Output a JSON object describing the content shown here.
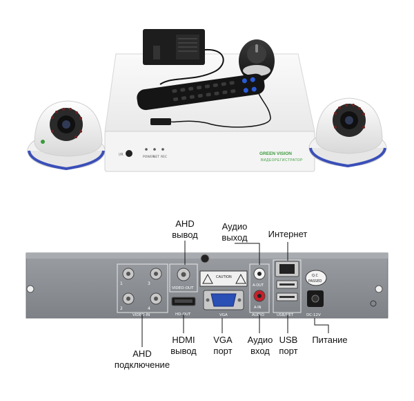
{
  "product_kit": {
    "brand_logo": "GREEN VISION",
    "device_label": "ВИДЕОРЕГИСТРАТОР",
    "front_panel": {
      "led_labels": [
        "POWER",
        "NET",
        "REC"
      ],
      "ir_label": "I/R"
    }
  },
  "rear_panel": {
    "silk_labels": {
      "video_in": "VIDEO-IN",
      "video_out": "VIDEO-OUT",
      "hd_out": "HD-OUT",
      "vga": "VGA",
      "audio": "AUDIO",
      "a_out": "A-OUT",
      "a_in": "A-IN",
      "usb_net": "USB/NET",
      "dc": "DC-12V",
      "caution": "CAUTION",
      "qc": "Q.C",
      "passed": "PASSED",
      "bnc_numbers": [
        "1",
        "3",
        "2",
        "4"
      ]
    }
  },
  "annotations": {
    "ahd_out": "AHD\nвывод",
    "audio_out": "Аудио\nвыход",
    "internet": "Интернет",
    "ahd_in": "AHD\nподключение",
    "hdmi": "HDMI\nвывод",
    "vga": "VGA\nпорт",
    "audio_in": "Аудио\nвход",
    "usb": "USB\nпорт",
    "power": "Питание"
  },
  "colors": {
    "accent_green": "#3a9a3a",
    "ring_blue": "#3a4fb8",
    "panel_gray": "#8b8f94",
    "vga_blue": "#2a4fb5",
    "red": "#c8202a"
  }
}
